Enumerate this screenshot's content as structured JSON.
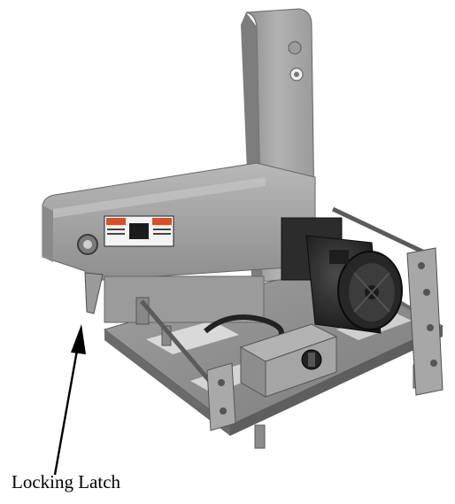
{
  "figure": {
    "subject": "machine-illustration",
    "callout": {
      "label": "Locking Latch",
      "pointer": "arrow"
    },
    "colors": {
      "body": "#a4a4a4",
      "shadow": "#6f6f6f",
      "motor": "#2a2a2a",
      "frame": "#8c8c8c",
      "arrow": "#000000"
    }
  }
}
